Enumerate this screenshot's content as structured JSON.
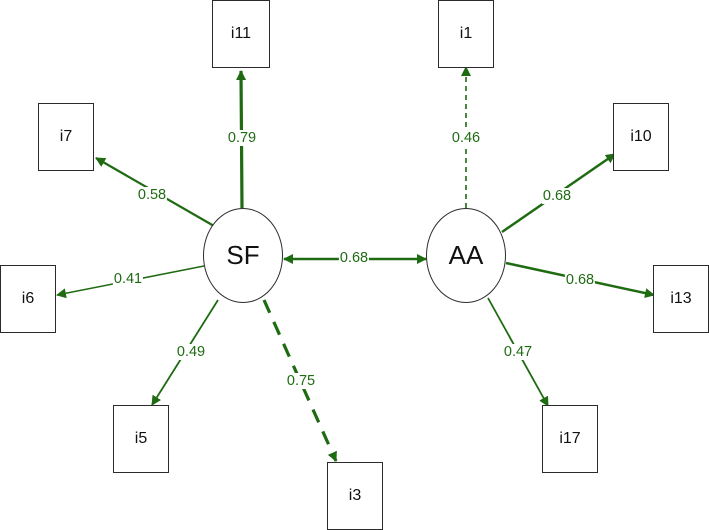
{
  "colors": {
    "path": "#1e6b12",
    "box_border": "#2b2b2b"
  },
  "factors": {
    "sf": "SF",
    "aa": "AA"
  },
  "items": {
    "i11": "i11",
    "i7": "i7",
    "i6": "i6",
    "i5": "i5",
    "i3": "i3",
    "i1": "i1",
    "i10": "i10",
    "i13": "i13",
    "i17": "i17"
  },
  "loadings": {
    "sf_i11": "0.79",
    "sf_i7": "0.58",
    "sf_i6": "0.41",
    "sf_i5": "0.49",
    "sf_i3": "0.75",
    "aa_i1": "0.46",
    "aa_i10": "0.68",
    "aa_i13": "0.68",
    "aa_i17": "0.47"
  },
  "correlation": {
    "sf_aa": "0.68"
  },
  "paths": [
    {
      "from": "SF",
      "to": "i11",
      "value": 0.79,
      "style": "solid"
    },
    {
      "from": "SF",
      "to": "i7",
      "value": 0.58,
      "style": "solid"
    },
    {
      "from": "SF",
      "to": "i6",
      "value": 0.41,
      "style": "solid"
    },
    {
      "from": "SF",
      "to": "i5",
      "value": 0.49,
      "style": "solid"
    },
    {
      "from": "SF",
      "to": "i3",
      "value": 0.75,
      "style": "dashed"
    },
    {
      "from": "AA",
      "to": "i1",
      "value": 0.46,
      "style": "dashed"
    },
    {
      "from": "AA",
      "to": "i10",
      "value": 0.68,
      "style": "solid"
    },
    {
      "from": "AA",
      "to": "i13",
      "value": 0.68,
      "style": "solid"
    },
    {
      "from": "AA",
      "to": "i17",
      "value": 0.47,
      "style": "solid"
    },
    {
      "from": "SF",
      "to": "AA",
      "value": 0.68,
      "style": "double-headed"
    }
  ]
}
